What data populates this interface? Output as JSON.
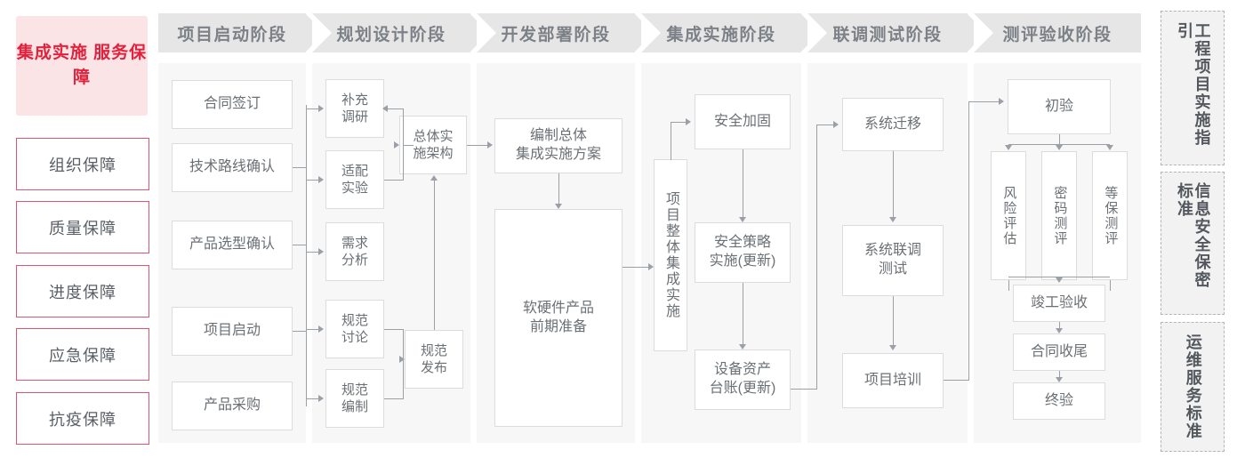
{
  "left_panel": {
    "title": "集成实施\n服务保障",
    "title_color": "#e2223c",
    "items": [
      {
        "label": "组织保障"
      },
      {
        "label": "质量保障"
      },
      {
        "label": "进度保障"
      },
      {
        "label": "应急保障"
      },
      {
        "label": "抗疫保障"
      }
    ]
  },
  "phases": [
    {
      "label": "项目启动阶段"
    },
    {
      "label": "规划设计阶段"
    },
    {
      "label": "开发部署阶段"
    },
    {
      "label": "集成实施阶段"
    },
    {
      "label": "联调测试阶段"
    },
    {
      "label": "测评验收阶段"
    }
  ],
  "nodes": {
    "p1": [
      {
        "label": "合同签订"
      },
      {
        "label": "技术路线确认"
      },
      {
        "label": "产品选型确认"
      },
      {
        "label": "项目启动"
      },
      {
        "label": "产品采购"
      }
    ],
    "p2": [
      {
        "label": "补充\n调研"
      },
      {
        "label": "适配\n实验"
      },
      {
        "label": "需求\n分析"
      },
      {
        "label": "规范\n讨论"
      },
      {
        "label": "规范\n编制"
      },
      {
        "label": "总体实\n施架构"
      },
      {
        "label": "规范\n发布"
      }
    ],
    "p3": [
      {
        "label": "编制总体\n集成实施方案"
      },
      {
        "label": "软硬件产品\n前期准备"
      }
    ],
    "p4": [
      {
        "label": "项目整体集成实施"
      },
      {
        "label": "安全加固"
      },
      {
        "label": "安全策略\n实施(更新)"
      },
      {
        "label": "设备资产\n台账(更新)"
      }
    ],
    "p5": [
      {
        "label": "系统迁移"
      },
      {
        "label": "系统联调\n测试"
      },
      {
        "label": "项目培训"
      }
    ],
    "p6": [
      {
        "label": "初验"
      },
      {
        "label": "风险评估"
      },
      {
        "label": "密码测评"
      },
      {
        "label": "等保测评"
      },
      {
        "label": "竣工验收"
      },
      {
        "label": "合同收尾"
      },
      {
        "label": "终验"
      }
    ]
  },
  "standards": [
    {
      "label": "工程项目实施指引"
    },
    {
      "label": "信息安全保密标准"
    },
    {
      "label": "运维服务标准"
    }
  ],
  "colors": {
    "accent_red": "#e2223c",
    "accent_red_soft": "#fbe4e6",
    "header_gray": "#e6e6e6",
    "panel_gray": "#f7f7f7",
    "node_border": "#dcdcdc",
    "line_gray": "#9aa0a6",
    "text_gray": "#6b7075"
  }
}
